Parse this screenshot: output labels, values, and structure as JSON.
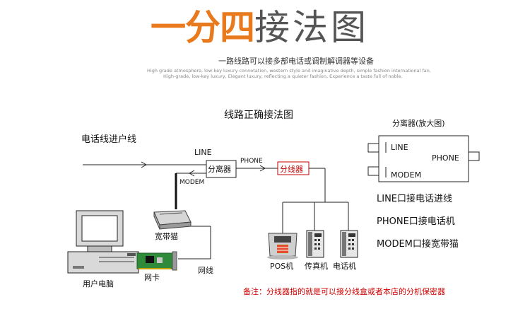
{
  "header": {
    "title_part1": "一分四",
    "title_part2": "接法图",
    "subtitle": "一路线路可以接多部电话或调制解调器等设备",
    "english_line1": "High grade atmosphere, low-key luxury connotation, western style and imaginative depth, simple fashion international fan.",
    "english_line2": "High-grade, low-key luxury, Elegant luxury, reflecting a quieter fashion, Experience a taste full of noble."
  },
  "diagram": {
    "title": "线路正确接法图",
    "incoming_line_label": "电话线进户线",
    "line_label": "LINE",
    "phone_label": "PHONE",
    "modem_label": "MODEM",
    "splitter_box_label": "分离器",
    "line_splitter_label": "分线器",
    "broadband_cat_label": "宽带猫",
    "network_card_label": "网卡",
    "network_cable_label": "网线",
    "user_pc_label": "用户电脑",
    "pos_label": "POS机",
    "fax_label": "传真机",
    "telephone_label": "电话机"
  },
  "magnified": {
    "title": "分离器(放大图)",
    "line_port": "LINE",
    "phone_port": "PHONE",
    "modem_port": "MODEM"
  },
  "legend": {
    "line_desc": "LINE口接电话进线",
    "phone_desc": "PHONE口接电话机",
    "modem_desc": "MODEM口接宽带猫"
  },
  "footer": {
    "note": "备注：分线器指的就是可以接分线盒或者本店的分机保密器"
  },
  "colors": {
    "title_orange": "#e8791d",
    "title_gray": "#555555",
    "note_red": "#d00000",
    "splitter_red": "#c00000"
  }
}
